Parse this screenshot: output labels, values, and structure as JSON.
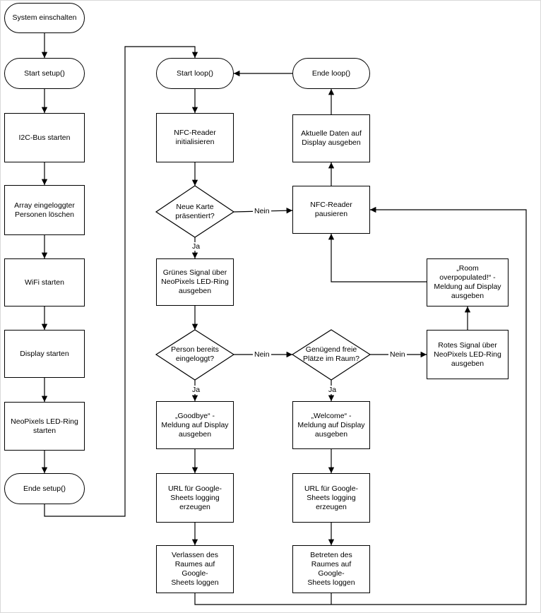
{
  "nodes": {
    "system_on": "System einschalten",
    "start_setup": "Start setup()",
    "i2c": "I2C-Bus starten",
    "array_clear": "Array eingeloggter\nPersonen löschen",
    "wifi": "WiFi starten",
    "display": "Display starten",
    "neopixel": "NeoPixels LED-Ring\nstarten",
    "end_setup": "Ende setup()",
    "start_loop": "Start loop()",
    "nfc_init": "NFC-Reader\ninitialisieren",
    "new_card": "Neue Karte\npräsentiert?",
    "green_signal": "Grünes Signal über\nNeoPixels LED-Ring\nausgeben",
    "already_logged": "Person bereits\neingeloggt?",
    "goodbye": "„Goodbye“ -\nMeldung auf Display\nausgeben",
    "url_left": "URL für Google-\nSheets logging\nerzeugen",
    "leave_log": "Verlassen des\nRaumes auf Google-\nSheets loggen",
    "enough_places": "Genügend freie\nPlätze im Raum?",
    "welcome": "„Welcome“ -\nMeldung auf Display\nausgeben",
    "url_mid": "URL für Google-\nSheets logging\nerzeugen",
    "enter_log": "Betreten des\nRaumes auf Google-\nSheets loggen",
    "end_loop": "Ende loop()",
    "show_data": "Aktuelle Daten auf\nDisplay ausgeben",
    "nfc_pause": "NFC-Reader\npausieren",
    "overpopulated": "„Room\noverpopulated!“ -\nMeldung auf Display\nausgeben",
    "red_signal": "Rotes Signal über\nNeoPixels LED-Ring\nausgeben"
  },
  "edge_labels": {
    "no_1": "Nein",
    "yes_1": "Ja",
    "no_2": "Nein",
    "yes_2": "Ja",
    "no_3": "Nein",
    "yes_3": "Ja"
  }
}
